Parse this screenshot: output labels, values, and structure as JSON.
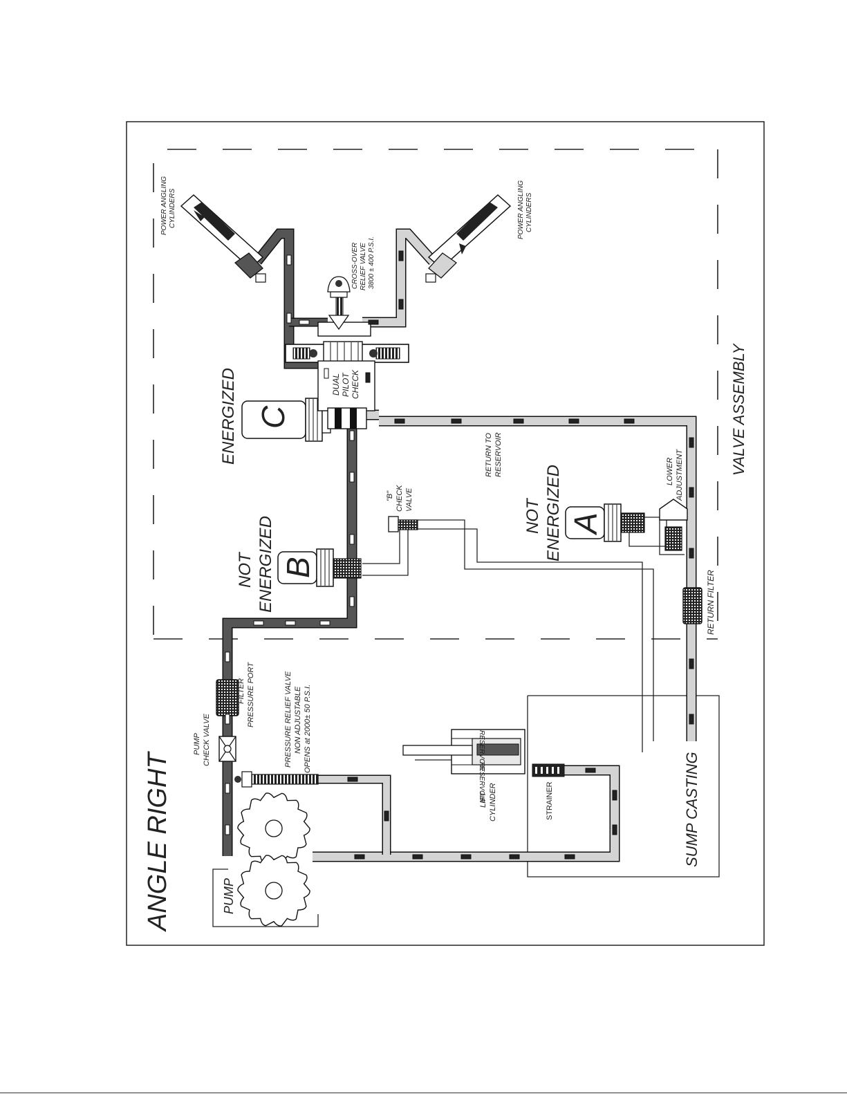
{
  "diagram": {
    "title": "ANGLE RIGHT",
    "labels": {
      "pump": "PUMP",
      "pump_check_valve": [
        "PUMP",
        "CHECK VALVE"
      ],
      "filter_pressure_port": [
        "FILTER",
        "PRESSURE PORT"
      ],
      "pressure_relief": [
        "PRESSURE RELIEF VALVE",
        "NON ADJUSTABLE",
        "OPENS at 2000± 50 P.S.I."
      ],
      "lift_cylinder": [
        "LIFT",
        "CYLINDER"
      ],
      "reservoir_top": "RESERVOIR",
      "reservoir_bottom": "RESERVOIR",
      "strainer": "STRAINER",
      "sump_casting": "SUMP CASTING",
      "return_filter": "RETURN FILTER",
      "valve_assembly": "VALVE ASSEMBLY",
      "b_check_valve": [
        "\"B\"",
        "CHECK",
        "VALVE"
      ],
      "return_to_reservoir": [
        "RETURN TO",
        "RESERVOIR"
      ],
      "lower_adjustment": [
        "LOWER",
        "ADJUSTMENT"
      ],
      "dual_pilot_check": [
        "DUAL",
        "PILOT",
        "CHECK"
      ],
      "cross_over_relief": [
        "CROSS-OVER",
        "RELIEF VALVE",
        "3800 ± 400 P.S.I."
      ],
      "power_angling_left": [
        "POWER ANGLING",
        "CYLINDERS"
      ],
      "power_angling_right": [
        "POWER ANGLING",
        "CYLINDERS"
      ]
    },
    "solenoids": {
      "a": {
        "letter": "A",
        "state": [
          "NOT",
          "ENERGIZED"
        ]
      },
      "b": {
        "letter": "B",
        "state": [
          "NOT",
          "ENERGIZED"
        ]
      },
      "c": {
        "letter": "C",
        "state": [
          "ENERGIZED"
        ]
      }
    },
    "colors": {
      "pressure_fill": "#555555",
      "return_fill": "#d4d4d4",
      "outline": "#111111",
      "arrow": "#111111"
    }
  }
}
